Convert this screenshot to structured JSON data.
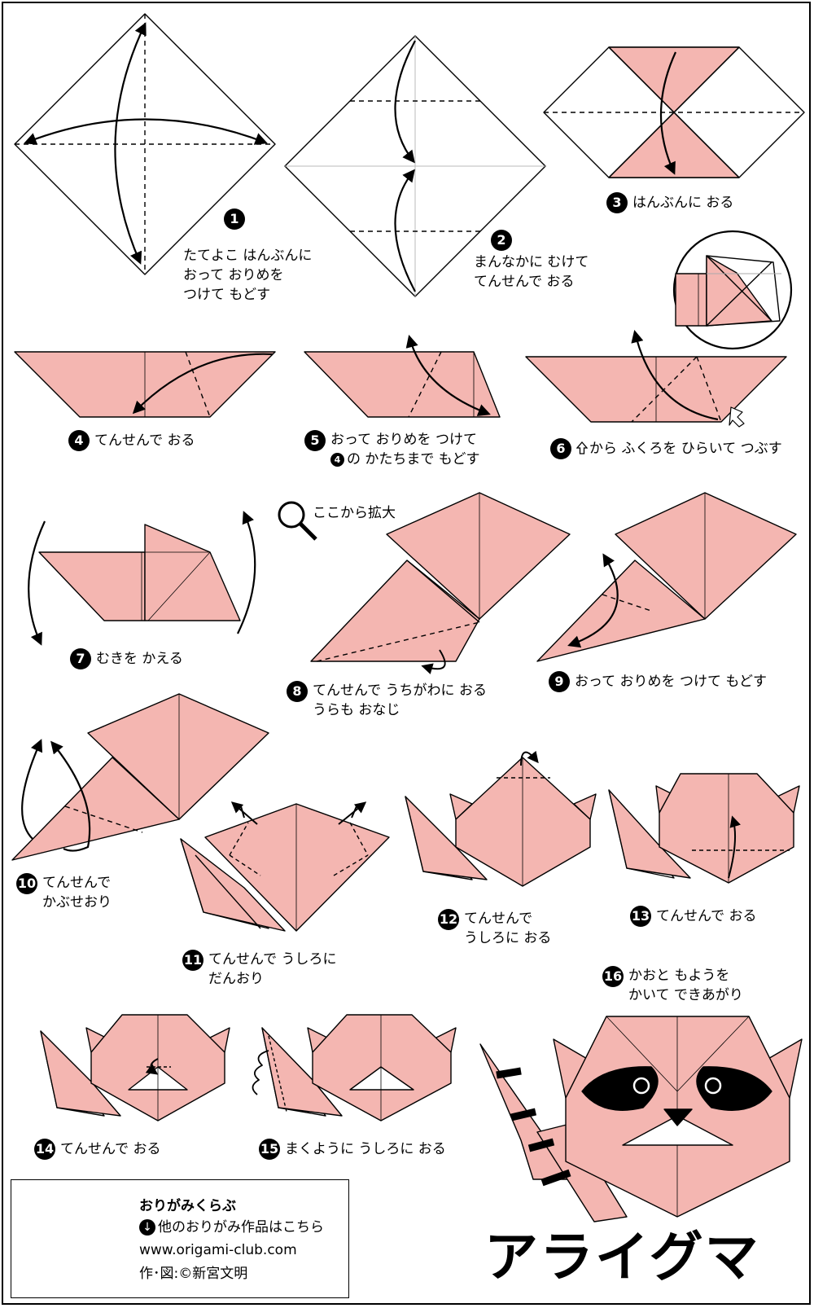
{
  "colors": {
    "paper": "#f4b6b1",
    "line": "#000000",
    "back": "#ffffff"
  },
  "steps": [
    {
      "num": "1",
      "text": "たてよこ はんぶんに\nおって おりめを\nつけて もどす"
    },
    {
      "num": "2",
      "text": "まんなかに むけて\nてんせんで おる"
    },
    {
      "num": "3",
      "text": "はんぶんに おる"
    },
    {
      "num": "4",
      "text": "てんせんで おる"
    },
    {
      "num": "5",
      "text": "おって おりめを つけて",
      "ref_num": "4",
      "text2": "の かたちまで もどす"
    },
    {
      "num": "6",
      "icon": "hollow-up-arrow-icon",
      "text": "から ふくろを ひらいて つぶす"
    },
    {
      "num": "7",
      "text": "むきを かえる"
    },
    {
      "num": "8",
      "text": "てんせんで うちがわに おる\nうらも おなじ"
    },
    {
      "num": "9",
      "text": "おって おりめを つけて もどす"
    },
    {
      "num": "10",
      "text": "てんせんで\nかぶせおり"
    },
    {
      "num": "11",
      "text": "てんせんで うしろに\nだんおり"
    },
    {
      "num": "12",
      "text": "てんせんで\nうしろに おる"
    },
    {
      "num": "13",
      "text": "てんせんで おる"
    },
    {
      "num": "14",
      "text": "てんせんで おる"
    },
    {
      "num": "15",
      "text": "まくように うしろに おる"
    },
    {
      "num": "16",
      "text": "かおと もようを\nかいて できあがり"
    }
  ],
  "zoom_note": {
    "icon": "magnifier-icon",
    "text": "ここから拡大"
  },
  "footer": {
    "club": "おりがみくらぶ",
    "more_icon": "down-arrow-circle-icon",
    "more": "他のおりがみ作品はこちら",
    "url": "www.origami-club.com",
    "credit": "作･図:©新宮文明"
  },
  "title": "アライグマ"
}
